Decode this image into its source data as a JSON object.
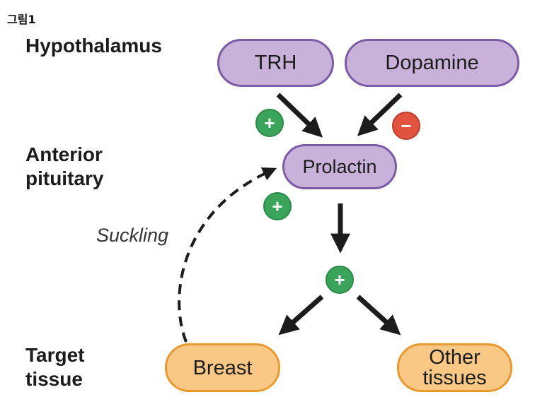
{
  "caption": "그림1",
  "levels": {
    "hypothalamus": "Hypothalamus",
    "anterior_line1": "Anterior",
    "anterior_line2": "pituitary",
    "target_line1": "Target",
    "target_line2": "tissue"
  },
  "nodes": {
    "trh": "TRH",
    "dopamine": "Dopamine",
    "prolactin": "Prolactin",
    "breast": "Breast",
    "other_line1": "Other",
    "other_line2": "tissues"
  },
  "signs": {
    "trh_effect": "+",
    "dopamine_effect": "−",
    "suckling_effect": "+",
    "prolactin_effect": "+"
  },
  "suckling_label": "Suckling",
  "colors": {
    "purple_fill": "#c9b2da",
    "purple_border": "#7b5aa6",
    "orange_fill": "#f9c885",
    "orange_border": "#e79a2e",
    "plus": "#3aa55a",
    "minus": "#e1533f"
  }
}
